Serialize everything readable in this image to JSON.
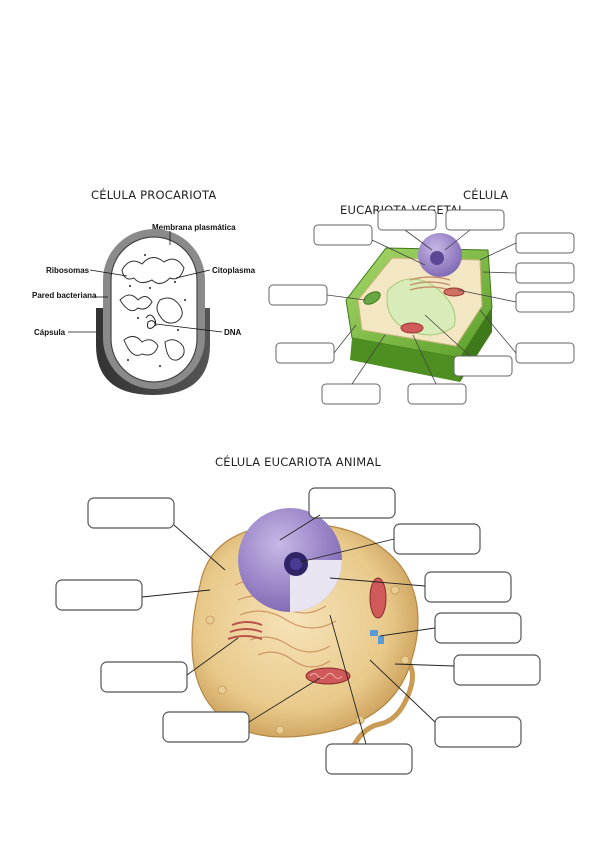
{
  "headings": {
    "prokaryote": "CÉLULA PROCARIOTA",
    "plant_line1": "CÉLULA",
    "plant_line2": "EUCARIOTA VEGETAL",
    "animal": "CÉLULA EUCARIOTA ANIMAL"
  },
  "prokaryote_labels": {
    "membrane": "Membrana plasmática",
    "ribosomes": "Ribosomas",
    "cytoplasm": "Citoplasma",
    "cell_wall": "Pared bacteriana",
    "capsule": "Cápsula",
    "dna": "DNA"
  }
}
